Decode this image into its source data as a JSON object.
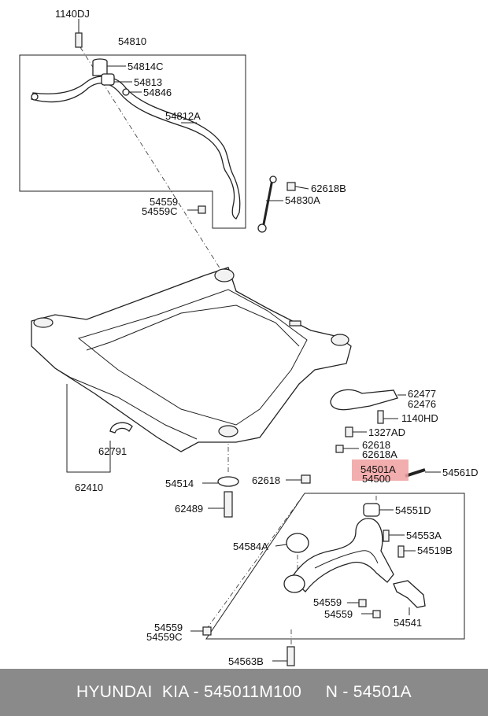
{
  "labels": {
    "p1140dj": "1140DJ",
    "p54810": "54810",
    "p54814c": "54814C",
    "p54813": "54813",
    "p54846": "54846",
    "p54812a": "54812A",
    "p62618b": "62618B",
    "p54830a": "54830A",
    "p54559_top": "54559",
    "p54559c_top": "54559C",
    "p62477": "62477",
    "p62476": "62476",
    "p1140hd": "1140HD",
    "p1327ad": "1327AD",
    "p62618_r": "62618",
    "p62618a": "62618A",
    "p54501a": "54501A",
    "p54500": "54500",
    "p54561d": "54561D",
    "p62791": "62791",
    "p62410": "62410",
    "p54514": "54514",
    "p62618_c": "62618",
    "p62489": "62489",
    "p54551d": "54551D",
    "p54553a": "54553A",
    "p54519b": "54519B",
    "p54584a": "54584A",
    "p54559_m1": "54559",
    "p54559_m2": "54559",
    "p54541": "54541",
    "p54559_bot": "54559",
    "p54559c_bot": "54559C",
    "p54563b": "54563B"
  },
  "highlight_color": "#f0a0a0",
  "footer": {
    "text": "HYUNDAI  KIA - 545011M100     N - 54501A",
    "background": "#8a8a8a"
  }
}
